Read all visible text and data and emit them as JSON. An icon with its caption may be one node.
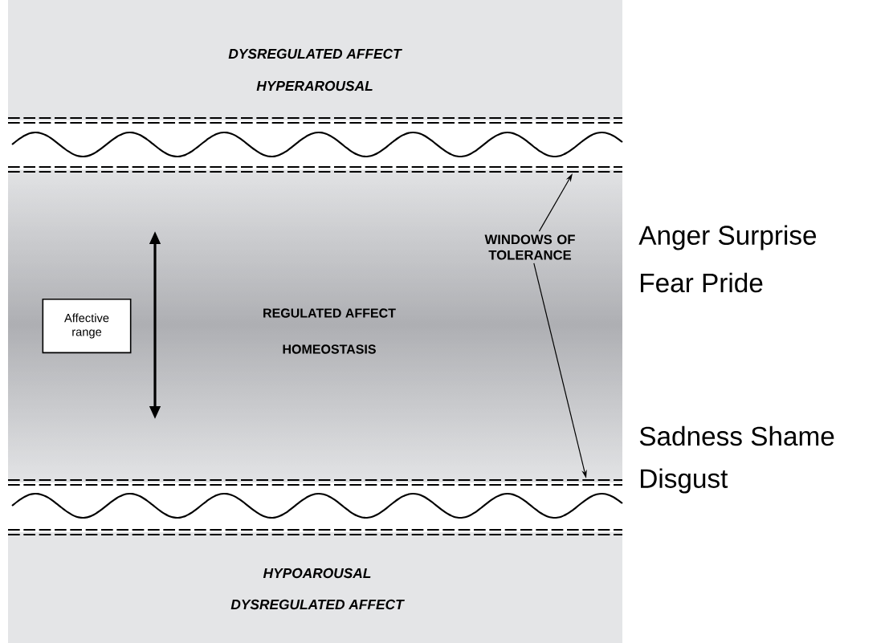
{
  "diagram": {
    "nodes": [
      {
        "text": [
          "DYSREGULATED AFFECT",
          "HYPERAROUSAL"
        ]
      },
      {
        "text": [
          "REGULATED AFFECT",
          "HOMEOSTASIS"
        ]
      },
      {
        "text": [
          "Affective range"
        ],
        "in": 1
      },
      {
        "text": [
          "WINDOWS OF TOLERANCE"
        ],
        "in": 1
      },
      {
        "text": [
          "HYPOAROUSAL",
          "DYSREGULATED AFFECT"
        ]
      }
    ],
    "edges": [
      {
        "from": 3,
        "to": null,
        "arrow": "to"
      },
      {
        "from": 3,
        "to": null,
        "arrow": "to"
      }
    ],
    "labels": [
      "Anger Surprise",
      "Fear Pride",
      "Sadness Shame",
      "Disgust"
    ]
  }
}
